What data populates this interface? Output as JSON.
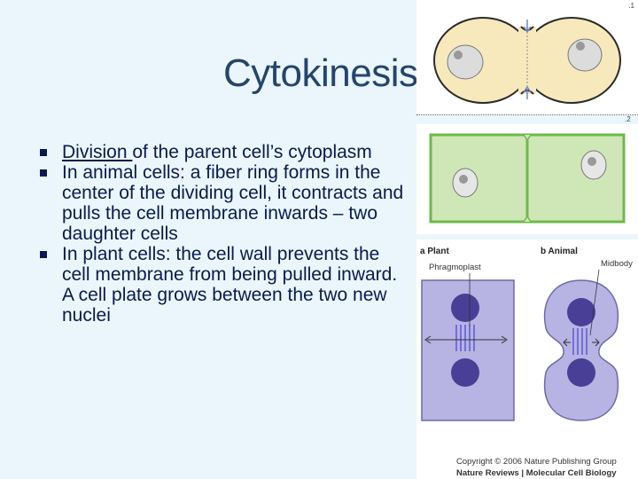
{
  "slide": {
    "title": "Cytokinesis",
    "bullets": [
      {
        "underlined": "Division ",
        "text": "of the parent cell’s cytoplasm"
      },
      {
        "underlined": "",
        "text": "In animal cells: a fiber ring forms in the center of the dividing cell, it contracts and pulls the cell membrane inwards – two daughter cells"
      },
      {
        "underlined": "",
        "text": "In plant cells: the cell wall prevents the cell membrane from being pulled inward.  A cell plate grows between the two new nuclei"
      }
    ]
  },
  "figures": {
    "fig1_number": ".1",
    "fig2_number": ".2",
    "plant_label": "a Plant",
    "animal_label": "b Animal",
    "phragmoplast_label": "Phragmoplast",
    "midbody_label": "Midbody",
    "copyright": "Copyright © 2006 Nature Publishing Group",
    "journal": "Nature Reviews | Molecular Cell Biology"
  }
}
